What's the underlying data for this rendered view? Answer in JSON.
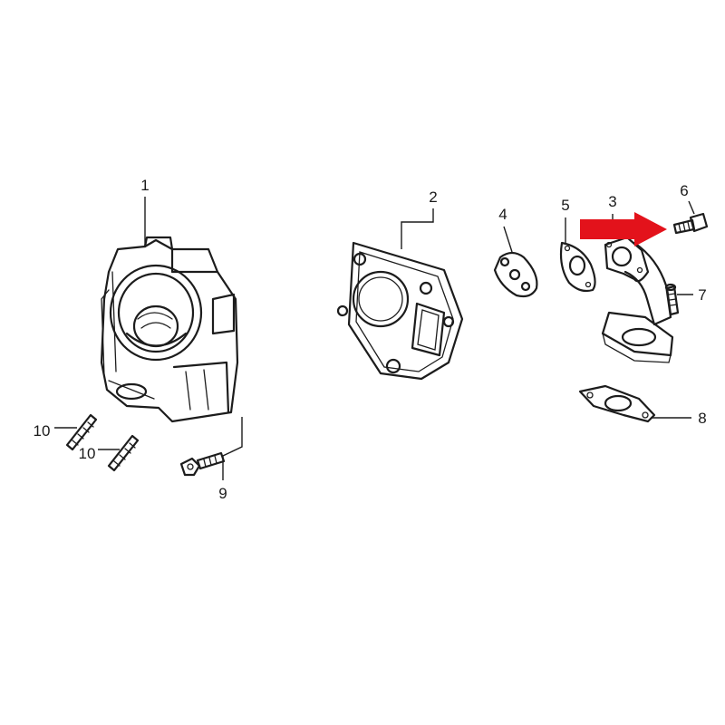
{
  "callouts": [
    {
      "id": "1",
      "label": "1"
    },
    {
      "id": "2",
      "label": "2"
    },
    {
      "id": "3",
      "label": "3"
    },
    {
      "id": "4",
      "label": "4"
    },
    {
      "id": "5",
      "label": "5"
    },
    {
      "id": "6",
      "label": "6"
    },
    {
      "id": "7",
      "label": "7"
    },
    {
      "id": "8",
      "label": "8"
    },
    {
      "id": "9",
      "label": "9"
    },
    {
      "id": "10a",
      "label": "10"
    },
    {
      "id": "10b",
      "label": "10"
    }
  ],
  "highlight": {
    "icon": "red-arrow-icon",
    "color": "#e3121b",
    "target_callout": "6"
  }
}
